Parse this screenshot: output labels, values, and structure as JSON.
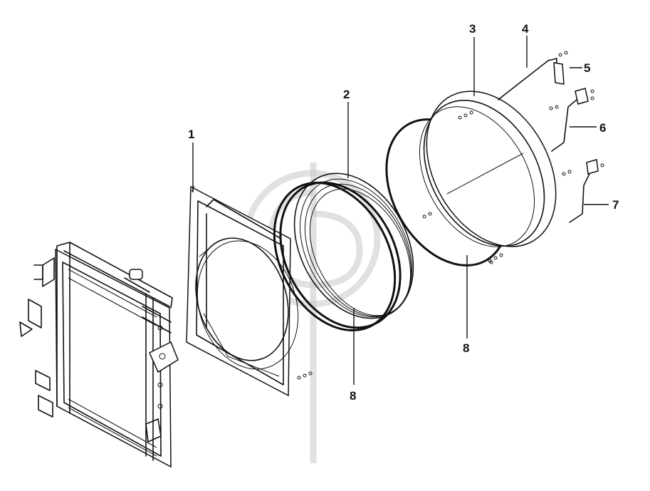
{
  "callouts": [
    {
      "id": "c1",
      "label": "1"
    },
    {
      "id": "c2",
      "label": "2"
    },
    {
      "id": "c3",
      "label": "3"
    },
    {
      "id": "c4",
      "label": "4"
    },
    {
      "id": "c5",
      "label": "5"
    },
    {
      "id": "c6",
      "label": "6"
    },
    {
      "id": "c7",
      "label": "7"
    },
    {
      "id": "c8a",
      "label": "8"
    },
    {
      "id": "c8b",
      "label": "8"
    }
  ],
  "parts": {
    "radiator": {
      "icon": "radiator-assembly"
    },
    "fan_shroud": {
      "icon": "fan-shroud-plate"
    },
    "ring_2": {
      "icon": "seal-ring-stack"
    },
    "fan_ring_3": {
      "icon": "fan-ring-housing"
    },
    "bracket_4": {
      "icon": "support-rod"
    },
    "bracket_5": {
      "icon": "mounting-clip"
    },
    "bracket_6": {
      "icon": "support-rod-bracket"
    },
    "bracket_7": {
      "icon": "support-rod-bracket"
    },
    "seal_8": {
      "icon": "seal-ring"
    }
  },
  "watermark": {
    "icon": "brand-logo-watermark"
  },
  "colors": {
    "line": "#111111",
    "watermark": "#c9c9c9",
    "background": "#ffffff"
  }
}
